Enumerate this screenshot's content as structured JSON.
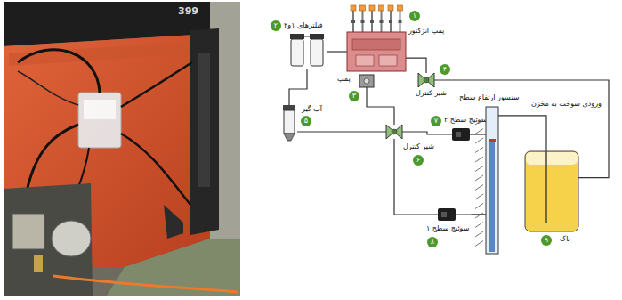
{
  "diagram": {
    "nodes": [
      {
        "text": [
          "پمپ انژکتور"
        ]
      },
      {
        "text": [
          "فیلترهای ۱و۲"
        ]
      },
      {
        "text": [
          "پمپ"
        ]
      },
      {
        "text": [
          "شیر کنترل"
        ]
      },
      {
        "text": [
          "آب گیر"
        ]
      },
      {
        "text": [
          "شیر کنترل"
        ]
      },
      {
        "text": [
          "سوئیچ سطح ۲"
        ]
      },
      {
        "text": [
          "سنسور ارتفاع سطح"
        ]
      },
      {
        "text": [
          "سوئیچ سطح ۱"
        ]
      },
      {
        "text": [
          "باک"
        ]
      }
    ],
    "edges": [
      {
        "from": 1,
        "to": 0,
        "arrow": "none"
      },
      {
        "from": 4,
        "to": 1,
        "arrow": "none"
      },
      {
        "from": 0,
        "to": 3,
        "arrow": "none"
      },
      {
        "from": 3,
        "to": 9,
        "arrow": "none"
      },
      {
        "from": 2,
        "to": 5,
        "arrow": "none"
      },
      {
        "from": 5,
        "to": 4,
        "arrow": "none"
      },
      {
        "from": 5,
        "to": 6,
        "arrow": "none"
      },
      {
        "from": 6,
        "to": 7,
        "arrow": "none"
      },
      {
        "from": 5,
        "to": 8,
        "arrow": "none"
      },
      {
        "from": 8,
        "to": 7,
        "arrow": "none"
      },
      {
        "from": 7,
        "to": 9,
        "arrow": "none"
      }
    ],
    "labels": [
      "399",
      "ورودی سوخت به مخزن",
      "۱",
      "۲",
      "۳",
      "۴",
      "۵",
      "۶",
      "۷",
      "۸",
      "۹"
    ]
  }
}
